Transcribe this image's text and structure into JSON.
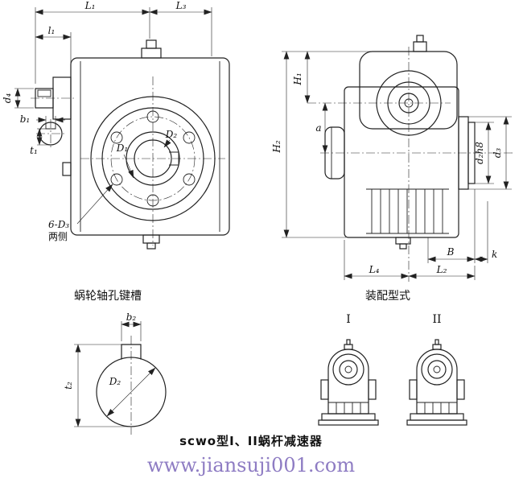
{
  "colors": {
    "line": "#222222",
    "website": "#8e7cc3"
  },
  "front_view": {
    "caption": "蜗轮轴孔键槽",
    "dims": {
      "L1": "L₁",
      "L3": "L₃",
      "l1": "l₁",
      "d4": "d₄",
      "b1": "b₁",
      "t1": "t₁",
      "D1": "D₁",
      "D2": "D₂",
      "holes": "6-D₃",
      "holes_note": "两侧"
    }
  },
  "side_view": {
    "caption": "装配型式",
    "dims": {
      "H1": "H₁",
      "H2": "H₂",
      "a": "a",
      "d2h8": "d₂h8",
      "d3": "d₃",
      "B": "B",
      "k": "k",
      "L4": "L₄",
      "L2": "L₂"
    }
  },
  "keyway_view": {
    "dims": {
      "b2": "b₂",
      "t2": "t₂",
      "D2": "D₂"
    }
  },
  "assembly": {
    "label_1": "I",
    "label_2": "II"
  },
  "footer": {
    "title": "scwo型I、II蜗杆减速器",
    "website": "www.jiansuji001.com"
  }
}
